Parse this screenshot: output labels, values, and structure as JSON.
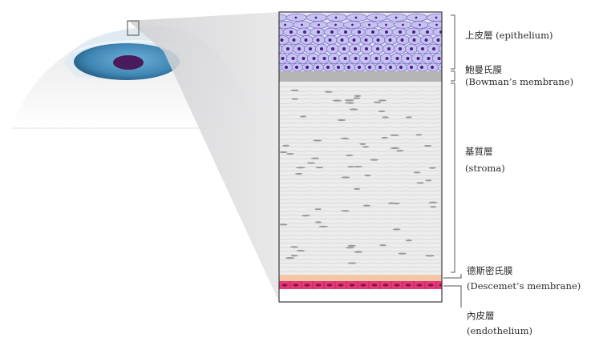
{
  "layers": [
    {
      "id": "epithelium",
      "zh": "上皮層",
      "en": "(epithelium)"
    },
    {
      "id": "bowman",
      "zh": "鮑曼氏膜",
      "en": "(Bowman’s membrane)"
    },
    {
      "id": "stroma",
      "zh": "基質層",
      "en": "(stroma)"
    },
    {
      "id": "descemet",
      "zh": "德斯密氏膜",
      "en": "(Descemet’s membrane)"
    },
    {
      "id": "endothelium",
      "zh": "內皮層",
      "en": "(endothelium)"
    }
  ],
  "colors": {
    "iris": "#3e86b4",
    "pupil": "#4a1a5c",
    "cell_fill": "#c7c3ef",
    "cell_outline": "#7b71c9",
    "nucleus": "#4b1b8a",
    "bowman": "#b5b5b5",
    "stroma_fill": "#ededed",
    "descemet": "#f4c6a4",
    "endothelium": "#e23a78"
  }
}
